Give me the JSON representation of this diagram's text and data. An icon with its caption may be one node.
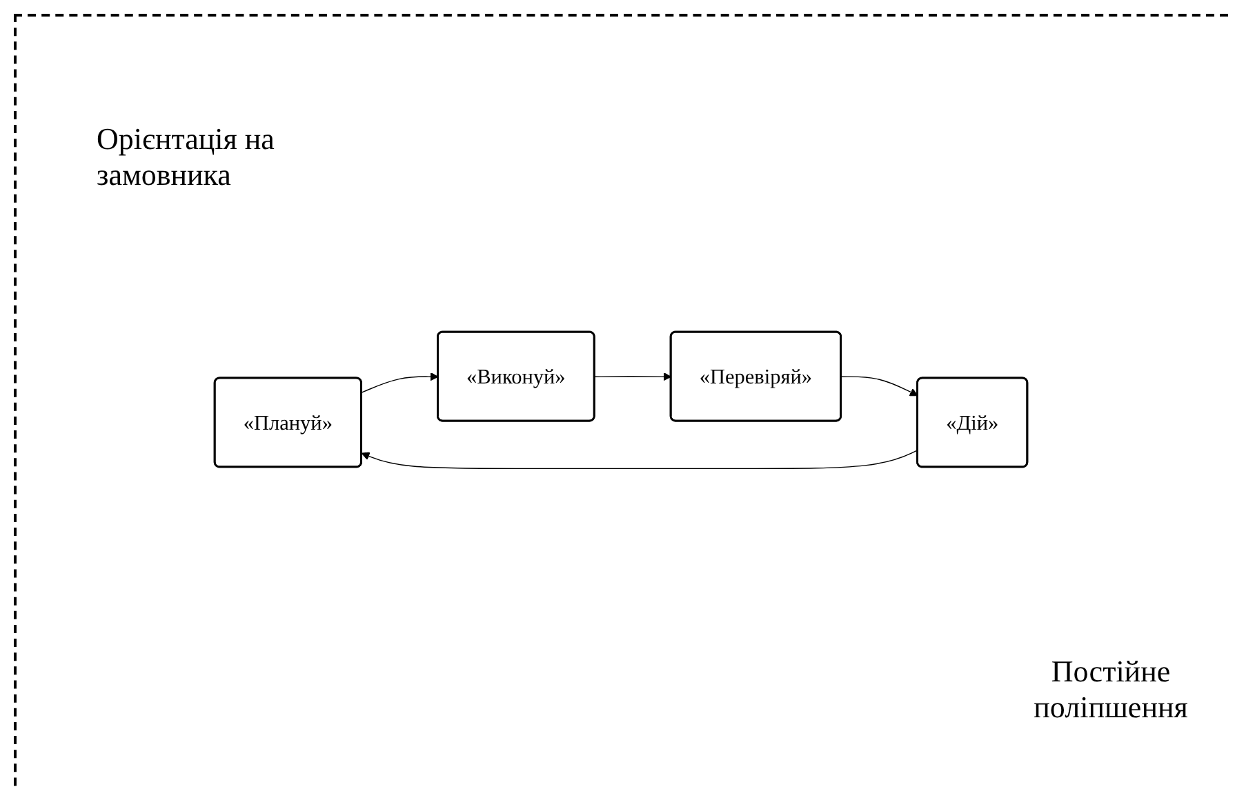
{
  "diagram": {
    "nodes": [
      {
        "text": [
          "«Плануй»"
        ]
      },
      {
        "text": [
          "«Дій»"
        ]
      },
      {
        "text": [
          "«Виконуй»"
        ]
      },
      {
        "text": [
          "«Перевіряй»"
        ]
      }
    ],
    "edges": [
      {
        "from": 0,
        "to": 2,
        "arrow": "to"
      },
      {
        "from": 2,
        "to": 3,
        "arrow": "to"
      },
      {
        "from": 3,
        "to": 1,
        "arrow": "to"
      },
      {
        "from": 1,
        "to": 0,
        "arrow": "to"
      }
    ],
    "labels": [
      "Орієнтація на замовника",
      "Постійне поліпшення"
    ]
  }
}
